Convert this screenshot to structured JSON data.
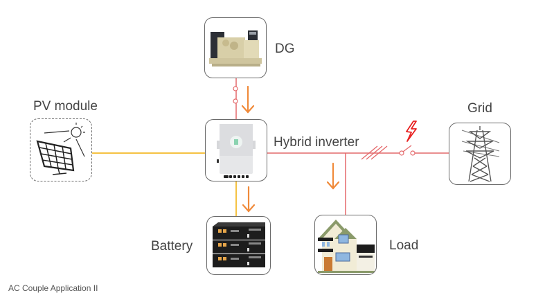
{
  "labels": {
    "dg": "DG",
    "pv": "PV module",
    "inverter": "Hybrid inverter",
    "grid": "Grid",
    "battery": "Battery",
    "load": "Load"
  },
  "caption": "AC Couple Application II",
  "colors": {
    "ac_line": "#e4686a",
    "dc_line": "#f5c242",
    "arrow": "#f08a3a",
    "fault": "#e82020",
    "border": "#6a6a6a"
  },
  "icons": {
    "dg": "diesel-generator-icon",
    "pv": "solar-panel-icon",
    "inverter": "hybrid-inverter-icon",
    "grid": "transmission-tower-icon",
    "battery": "battery-rack-icon",
    "load": "house-icon"
  }
}
